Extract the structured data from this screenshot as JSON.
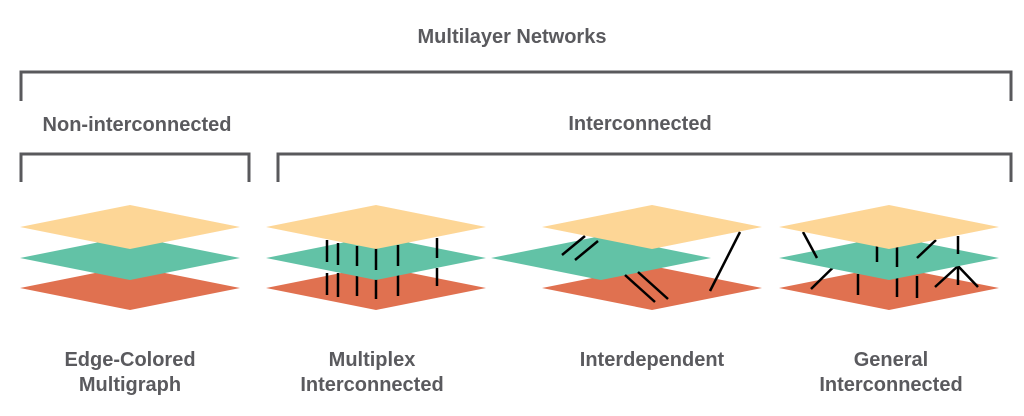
{
  "title": "Multilayer Networks",
  "groups": {
    "non_interconnected": "Non-interconnected",
    "interconnected": "Interconnected"
  },
  "captions": {
    "edge_colored": [
      "Edge-Colored",
      "Multigraph"
    ],
    "multiplex": [
      "Multiplex",
      "Interconnected"
    ],
    "interdependent": [
      "Interdependent"
    ],
    "general": [
      "General",
      "Interconnected"
    ]
  },
  "colors": {
    "layer_top": "#FDD696",
    "layer_middle": "#62C2A6",
    "layer_bottom": "#E07150",
    "bracket": "#59595c",
    "edges": "#000000",
    "text": "#5a5a5e"
  }
}
